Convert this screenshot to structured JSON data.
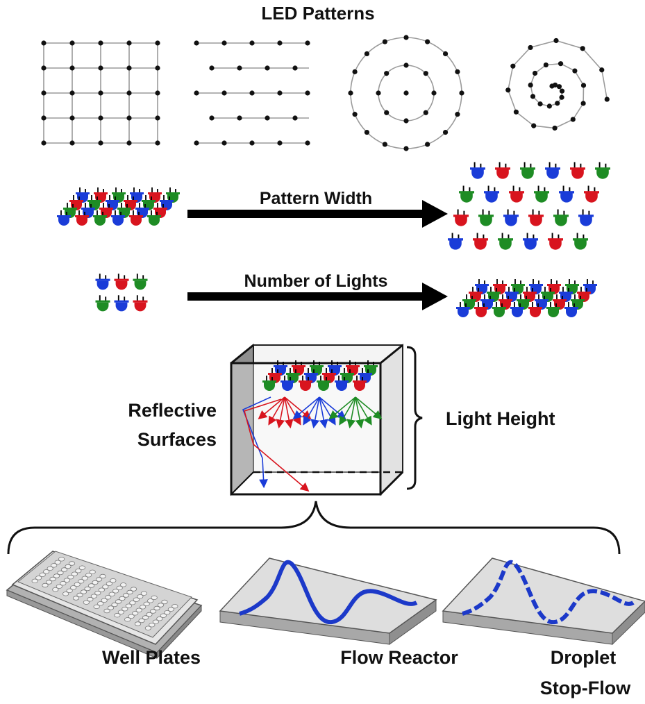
{
  "title": "LED Patterns",
  "patterns": [
    "grid",
    "offset-rows",
    "concentric-circles",
    "spiral"
  ],
  "arrows": [
    {
      "label": "Pattern Width"
    },
    {
      "label": "Number of Lights"
    }
  ],
  "box": {
    "left_label_line1": "Reflective",
    "left_label_line2": "Surfaces",
    "right_label": "Light Height"
  },
  "applications": [
    {
      "line1": "Well Plates",
      "line2": ""
    },
    {
      "line1": "Flow Reactor",
      "line2": ""
    },
    {
      "line1": "Droplet",
      "line2": "Stop-Flow"
    }
  ],
  "colors": {
    "blue": "#1a3cd8",
    "red": "#d8141e",
    "green": "#1e8c24",
    "dot": "#111111",
    "line": "#9a9a9a",
    "channel": "#1c39c9",
    "chip_top": "#dedede",
    "chip_side": "#a8a8a8"
  }
}
